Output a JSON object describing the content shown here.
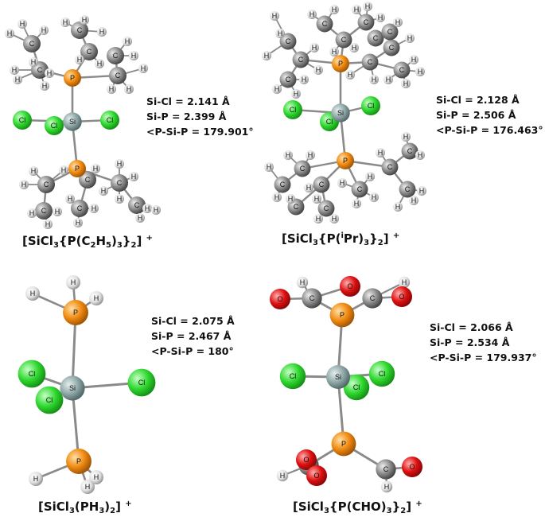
{
  "colors": {
    "silicon": "#8fa7a7",
    "chlorine": "#2fd82f",
    "phosphorus": "#f08a10",
    "carbon": "#8a8a8a",
    "hydrogen": "#e6e6e6",
    "oxygen": "#e01010",
    "bond": "#8a8a8a"
  },
  "atom_labels": {
    "si": "Si",
    "cl": "Cl",
    "p": "P",
    "c": "C",
    "h": "H",
    "o": "O"
  },
  "panels": [
    {
      "id": "pet3",
      "caption": {
        "base": "[SiCl",
        "sub1": "3",
        "mid1": "{P(C",
        "sub2": "2",
        "mid2": "H",
        "sub3": "5",
        "mid3": ")",
        "sub4": "3",
        "mid4": "}",
        "sub5": "2",
        "end": "]",
        "charge": "+"
      },
      "parameters": [
        "Si-Cl = 2.141 Å",
        "Si-P =  2.399 Å",
        "<P-Si-P = 179.901°"
      ]
    },
    {
      "id": "pipr3",
      "caption": {
        "base": "[SiCl",
        "sub1": "3",
        "mid1": "{P(",
        "sup_i": "i",
        "mid2": "Pr)",
        "sub2": "3",
        "mid3": "}",
        "sub3": "2",
        "end": "]",
        "charge": "+"
      },
      "parameters": [
        "Si-Cl = 2.128 Å",
        "Si-P =  2.506 Å",
        "<P-Si-P = 176.463°"
      ]
    },
    {
      "id": "ph3",
      "caption": {
        "base": "[SiCl",
        "sub1": "3",
        "mid1": "(PH",
        "sub2": "3",
        "mid2": ")",
        "sub3": "2",
        "end": "]",
        "charge": "+"
      },
      "parameters": [
        "Si-Cl = 2.075 Å",
        "Si-P =  2.467 Å",
        "<P-Si-P = 180°"
      ]
    },
    {
      "id": "pcho3",
      "caption": {
        "base": "[SiCl",
        "sub1": "3",
        "mid1": "{P(CHO)",
        "sub2": "3",
        "mid2": "}",
        "sub3": "2",
        "end": "]",
        "charge": "+"
      },
      "parameters": [
        "Si-Cl = 2.066 Å",
        "Si-P =  2.534 Å",
        "<P-Si-P = 179.937°"
      ]
    }
  ]
}
